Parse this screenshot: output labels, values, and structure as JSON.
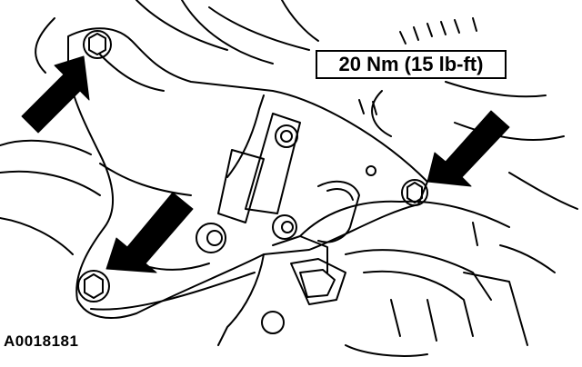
{
  "diagram": {
    "torque_label": "20 Nm (15 lb-ft)",
    "figure_id": "A0018181",
    "line_color": "#000000",
    "background_color": "#ffffff",
    "callout_arrows": 3,
    "fasteners_indicated": 3
  }
}
